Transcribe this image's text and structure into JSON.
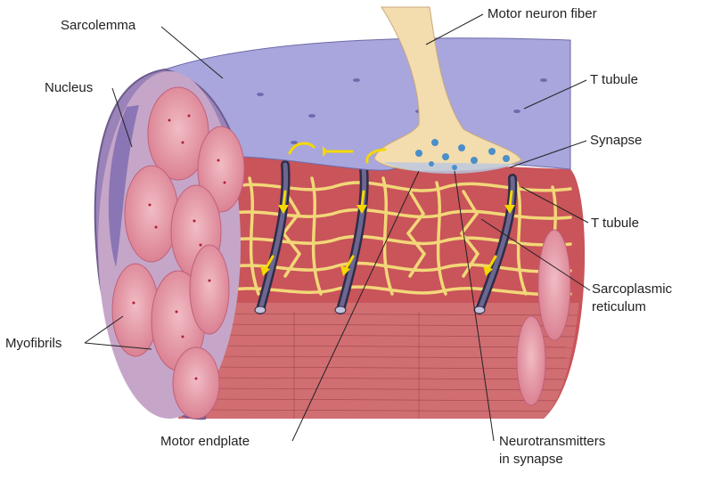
{
  "labels": {
    "sarcolemma": "Sarcolemma",
    "nucleus": "Nucleus",
    "myofibrils": "Myofibrils",
    "motor_neuron_fiber": "Motor neuron fiber",
    "t_tubule_top": "T tubule",
    "synapse": "Synapse",
    "t_tubule_mid": "T tubule",
    "sarcoplasmic_line1": "Sarcoplasmic",
    "sarcoplasmic_line2": "reticulum",
    "motor_endplate": "Motor endplate",
    "neurotransmitters_line1": "Neurotransmitters",
    "neurotransmitters_line2": "in synapse"
  },
  "colors": {
    "sarcolemma": "#a8a6dc",
    "muscle": "#c9545a",
    "myofibril": "#e7a0ad",
    "sarcoplasmic": "#f2d778",
    "t_tubule": "#4c4866",
    "neuron": "#f3dcae",
    "arrow": "#f5d800"
  }
}
